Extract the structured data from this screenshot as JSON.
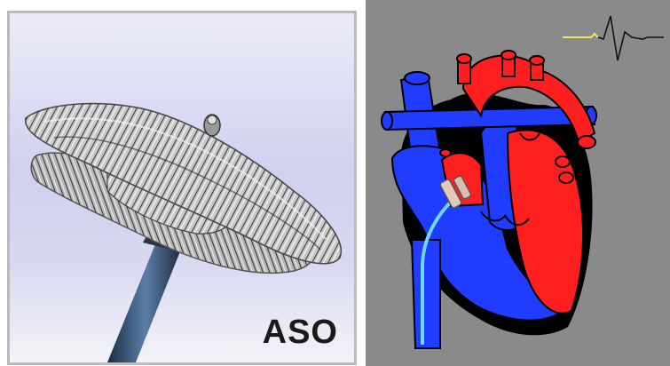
{
  "left": {
    "caption": "ASO"
  },
  "right": {},
  "colors": {
    "panel_bg": "#8a8a8a",
    "arterial": "#ff1f1f",
    "venous": "#1f3cff",
    "catheter": "#6fd6ff",
    "ecg_highlight": "#f2e85a"
  },
  "icons": [
    "occluder-device",
    "delivery-cable",
    "heart-diagram",
    "ecg-trace"
  ]
}
